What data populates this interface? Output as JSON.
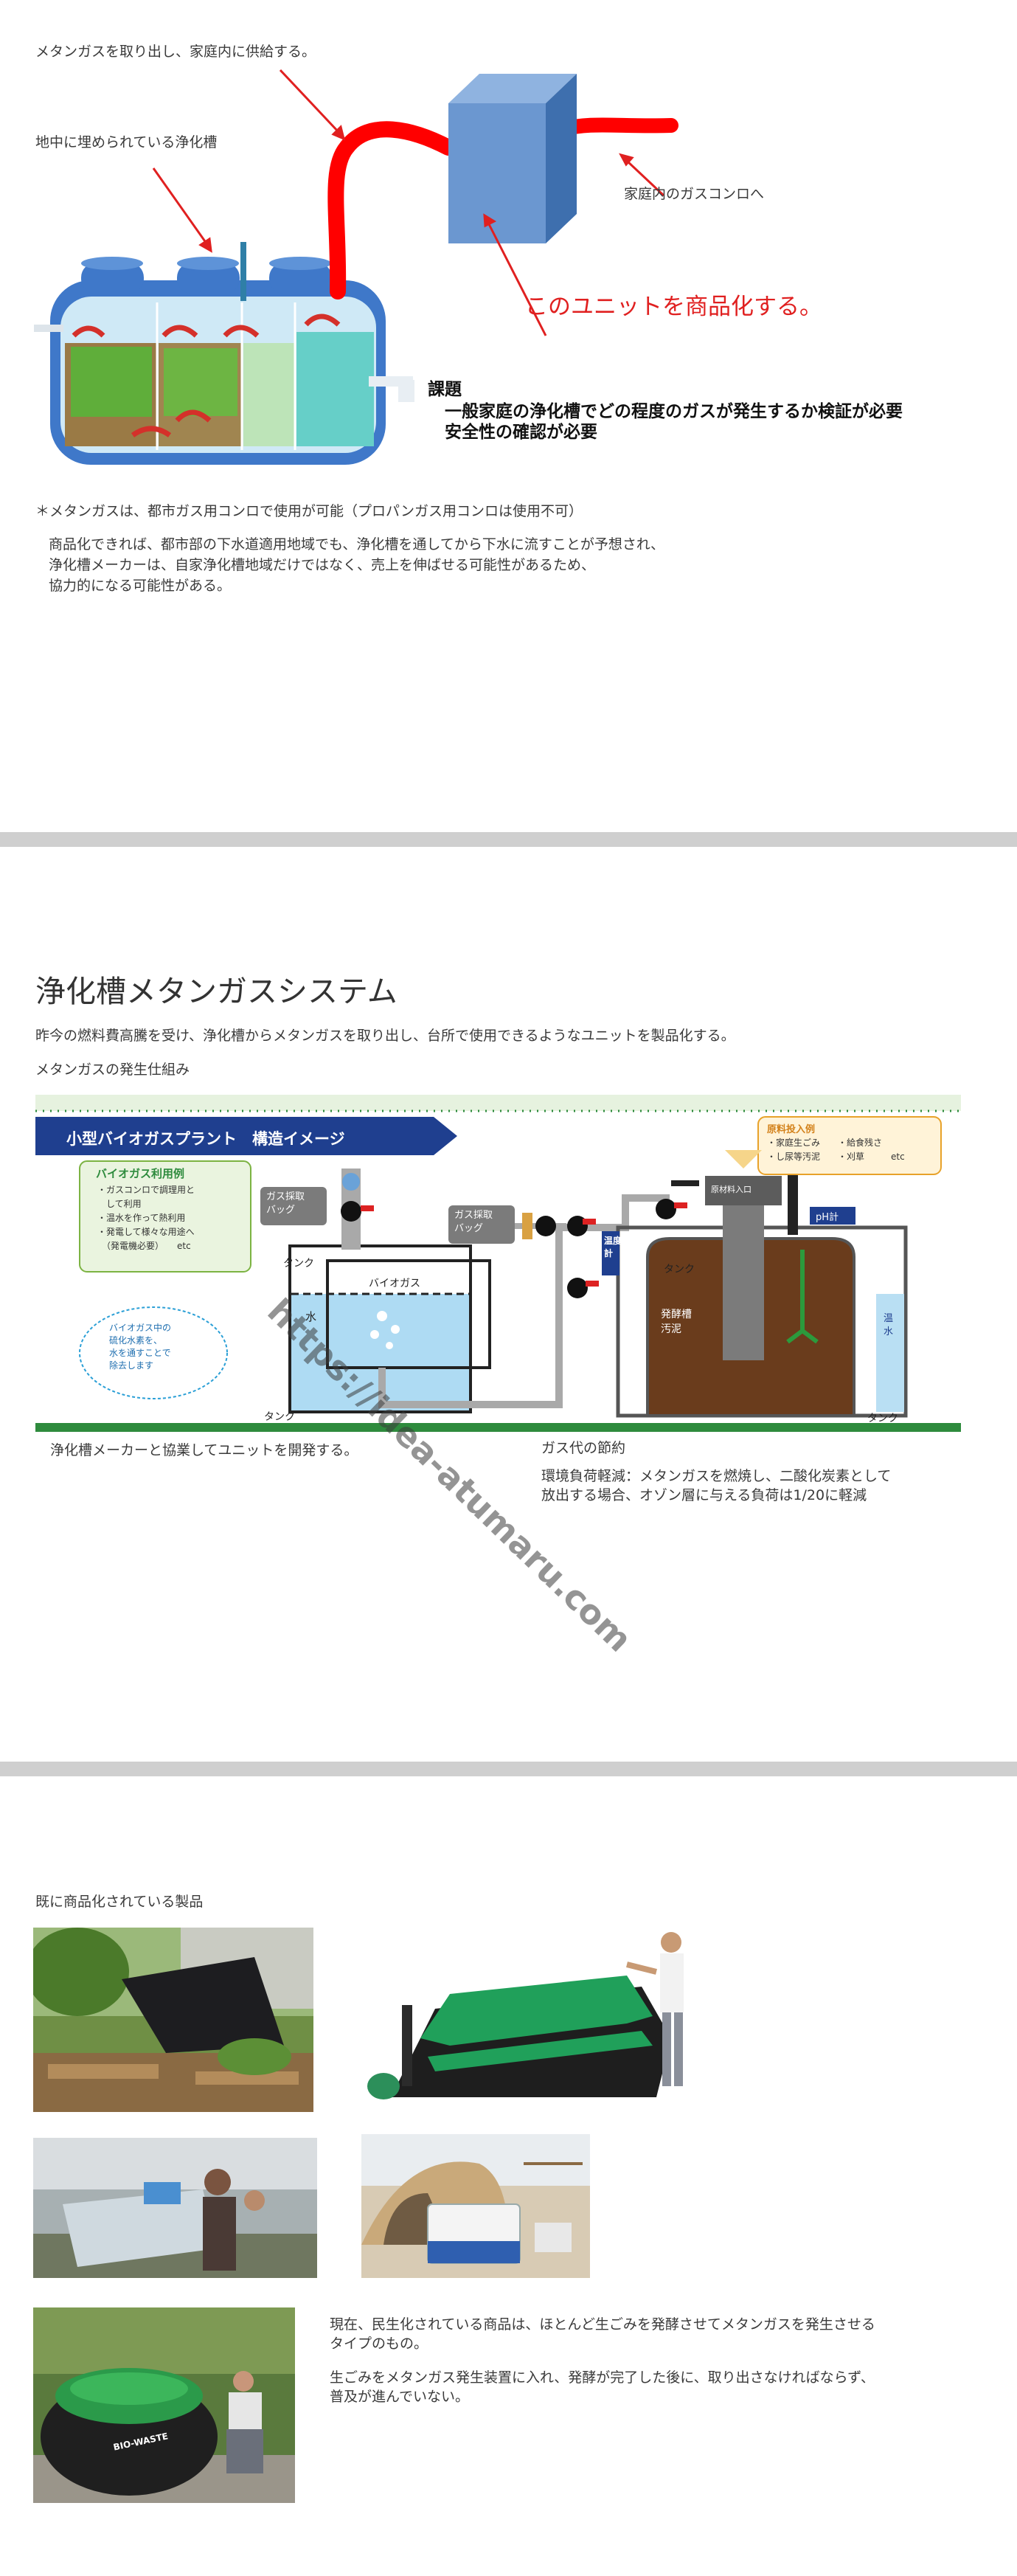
{
  "slide1": {
    "label_methane_supply": "メタンガスを取り出し、家庭内に供給する。",
    "label_underground_tank": "地中に埋められている浄化槽",
    "label_gas_stove": "家庭内のガスコンロへ",
    "label_commercialize": "このユニットを商品化する。",
    "issue_title": "課題",
    "issue_line1": "一般家庭の浄化槽でどの程度のガスが発生するか検証が必要",
    "issue_line2": "安全性の確認が必要",
    "note_city_gas": "＊メタンガスは、都市ガス用コンロで使用が可能（プロパンガス用コンロは使用不可）",
    "note_paragraph": "商品化できれば、都市部の下水道適用地域でも、浄化槽を通してから下水に流すことが予想され、\n浄化槽メーカーは、自家浄化槽地域だけではなく、売上を伸ばせる可能性があるため、\n協力的になる可能性がある。"
  },
  "slide2": {
    "title": "浄化槽メタンガスシステム",
    "subtitle": "昨今の燃料費高騰を受け、浄化槽からメタンガスを取り出し、台所で使用できるようなユニットを製品化する。",
    "section_label": "メタンガスの発生仕組み",
    "banner": "小型バイオガスプラント　構造イメージ",
    "uses_title": "バイオガス利用例",
    "uses_list": "・ガスコンロで調理用と\n　して利用\n・温水を作って熱利用\n・発電して様々な用途へ\n　（発電機必要）　　etc",
    "gas_bag_left": "ガス採取\nバッグ",
    "gas_bag_right": "ガス採取\nバッグ",
    "tank_label": "タンク",
    "biogas_label": "バイオガス",
    "water_label": "水",
    "h2s_note": "バイオガス中の\n硫化水素を、\n水を通すことで\n除去します",
    "temp_gauge": "温度\n計",
    "ferment_label": "発酵槽\n汚泥",
    "input_port": "原材料入口",
    "ph_meter": "pH計",
    "warm_water": "温\n水",
    "materials_title": "原料投入例",
    "materials_list": "・家庭生ごみ　　・給食残さ\n・し尿等汚泥　　・刈草　　　etc",
    "watermark": "https://idea-atumaru.com",
    "overlap_left": "浄化槽メーカーと協業してユニットを開発する。",
    "overlap_right": "ガス代の節約",
    "eco_line1": "環境負荷軽減：メタンガスを燃焼し、二酸化炭素として",
    "eco_line2": "放出する場合、オゾン層に与える負荷は1/20に軽減"
  },
  "slide3": {
    "section_label": "既に商品化されている製品",
    "product_label": "BIO-WASTE",
    "desc_line1": "現在、民生化されている商品は、ほとんど生ごみを発酵させてメタンガスを発生させる",
    "desc_line2": "タイプのもの。",
    "desc_line3": "生ごみをメタンガス発生装置に入れ、発酵が完了した後に、取り出さなければならず、",
    "desc_line4": "普及が進んでいない。"
  },
  "colors": {
    "red_annotation": "#e02020",
    "pipe_red": "#ff0000",
    "unit_blue": "#5b8cc8",
    "banner_navy": "#1f3f8f",
    "green_band": "#2e8b3d"
  }
}
